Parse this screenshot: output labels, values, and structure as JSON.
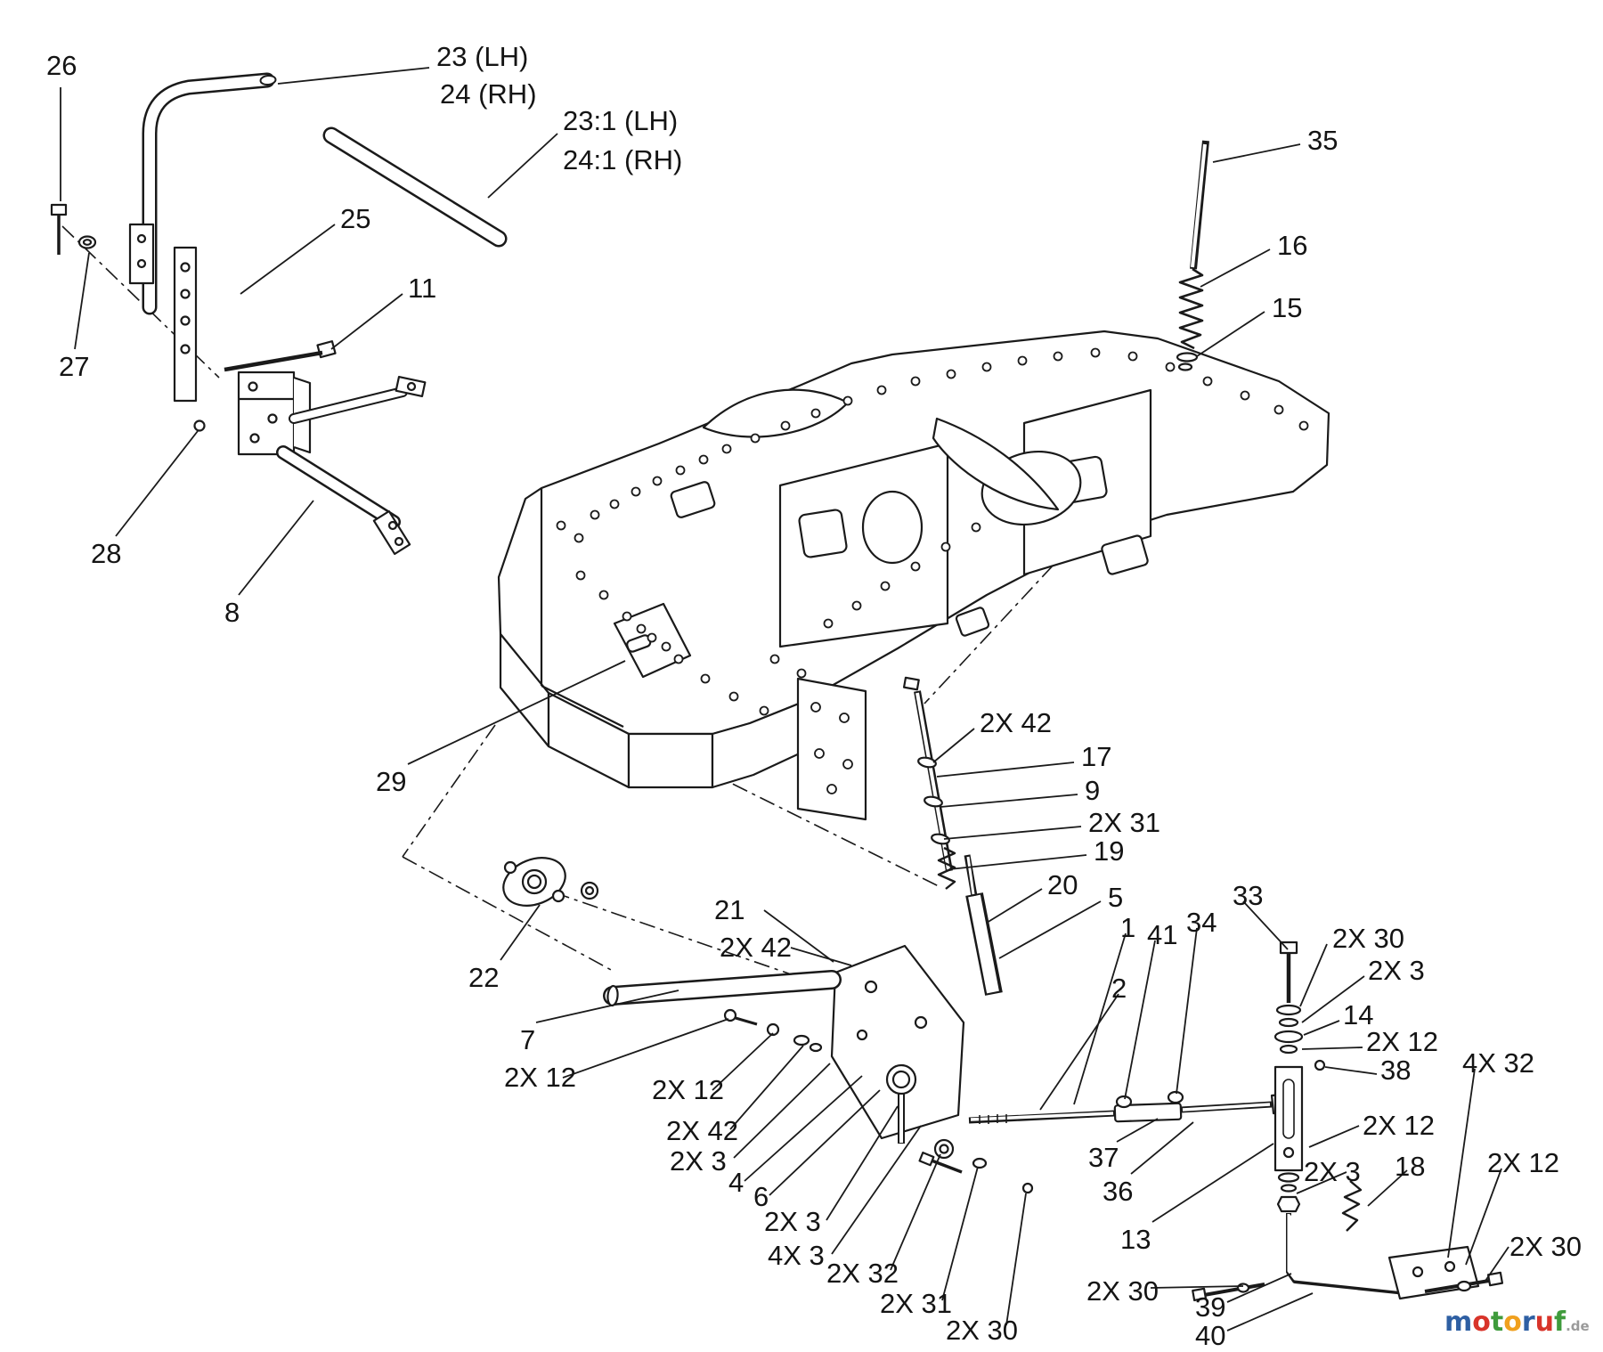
{
  "labels": [
    {
      "text": "26"
    },
    {
      "text": "23 (LH)"
    },
    {
      "text": "24 (RH)"
    },
    {
      "text": "23:1 (LH)"
    },
    {
      "text": "24:1 (RH)"
    },
    {
      "text": "25"
    },
    {
      "text": "11"
    },
    {
      "text": "27"
    },
    {
      "text": "28"
    },
    {
      "text": "8"
    },
    {
      "text": "35"
    },
    {
      "text": "16"
    },
    {
      "text": "15"
    },
    {
      "text": "29"
    },
    {
      "text": "2X 42"
    },
    {
      "text": "17"
    },
    {
      "text": "9"
    },
    {
      "text": "2X 31"
    },
    {
      "text": "19"
    },
    {
      "text": "20"
    },
    {
      "text": "5"
    },
    {
      "text": "21"
    },
    {
      "text": "2X 42"
    },
    {
      "text": "1"
    },
    {
      "text": "41"
    },
    {
      "text": "34"
    },
    {
      "text": "33"
    },
    {
      "text": "22"
    },
    {
      "text": "2X 30"
    },
    {
      "text": "2X 3"
    },
    {
      "text": "2"
    },
    {
      "text": "14"
    },
    {
      "text": "2X 12"
    },
    {
      "text": "38"
    },
    {
      "text": "4X 32"
    },
    {
      "text": "7"
    },
    {
      "text": "2X 12"
    },
    {
      "text": "2X 12"
    },
    {
      "text": "2X 42"
    },
    {
      "text": "2X 3"
    },
    {
      "text": "4"
    },
    {
      "text": "6"
    },
    {
      "text": "2X 3"
    },
    {
      "text": "4X 3"
    },
    {
      "text": "2X 32"
    },
    {
      "text": "2X 31"
    },
    {
      "text": "2X 30"
    },
    {
      "text": "37"
    },
    {
      "text": "36"
    },
    {
      "text": "13"
    },
    {
      "text": "2X 12"
    },
    {
      "text": "2X 3"
    },
    {
      "text": "18"
    },
    {
      "text": "2X 12"
    },
    {
      "text": "2X 30"
    },
    {
      "text": "2X 30"
    },
    {
      "text": "39"
    },
    {
      "text": "40"
    }
  ],
  "watermark": {
    "letters": [
      {
        "ch": "m",
        "color": "#2e5fa3"
      },
      {
        "ch": "o",
        "color": "#d8342a"
      },
      {
        "ch": "t",
        "color": "#3f9b3c"
      },
      {
        "ch": "o",
        "color": "#f0a01e"
      },
      {
        "ch": "r",
        "color": "#2e5fa3"
      },
      {
        "ch": "u",
        "color": "#d8342a"
      },
      {
        "ch": "f",
        "color": "#3f9b3c"
      }
    ],
    "suffix": ".de",
    "suffix_color": "#9a9a9a"
  }
}
